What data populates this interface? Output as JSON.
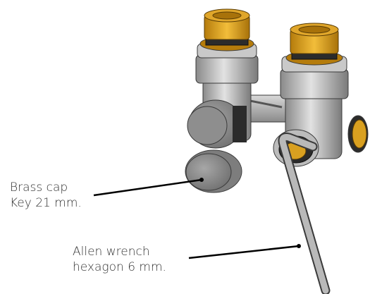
{
  "callouts": {
    "brass_cap": {
      "line1": "Brass cap",
      "line2": "Key 21 mm."
    },
    "allen_wrench": {
      "line1": "Allen wrench",
      "line2": "hexagon 6 mm."
    }
  },
  "colors": {
    "brass": "#e3a317",
    "brass_dark": "#b57c0c",
    "metal_light": "#d4d4d4",
    "metal_mid": "#a9a9a9",
    "metal_dark": "#6f6f6f",
    "cap_grey": "#8b8b8b",
    "outline": "#3a3a3a",
    "leader_line": "#000000",
    "text": "#333333"
  }
}
